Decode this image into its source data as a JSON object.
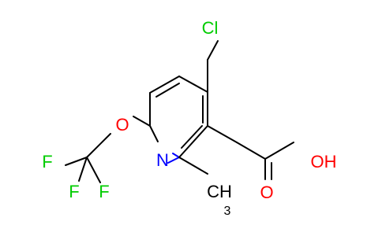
{
  "colors": {
    "bond": "#000000",
    "chlorine": "#00cc00",
    "oxygen": "#ff0000",
    "nitrogen": "#0000ff",
    "fluorine": "#00cc00",
    "carbon": "#000000",
    "background": "#ffffff"
  },
  "atoms": {
    "cl": "Cl",
    "n": "N",
    "o_ether": "O",
    "f1": "F",
    "f2": "F",
    "f3": "F",
    "o_carbonyl": "O",
    "oh": "OH",
    "ch3_main": "CH",
    "ch3_sub": "3"
  }
}
